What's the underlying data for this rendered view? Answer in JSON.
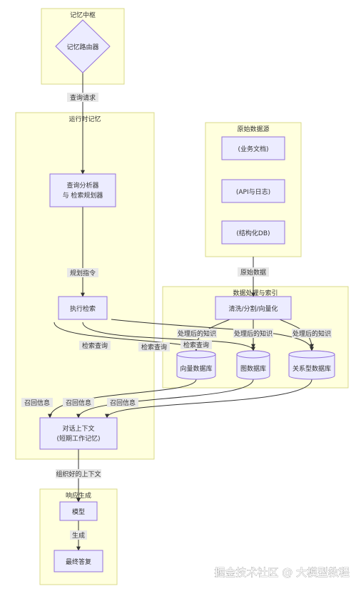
{
  "clusters": {
    "memory_hub": "记忆中枢",
    "runtime_memory": "运行时记忆",
    "raw_sources": "原始数据源",
    "processing_index": "数据处理与索引",
    "response_gen": "响应生成"
  },
  "nodes": {
    "router": "记忆路由器",
    "analyzer_line1": "查询分析器",
    "analyzer_line2": "与 检索规划器",
    "exec_search": "执行检索",
    "context_line1": "对话上下文",
    "context_line2": "(短期工作记忆)",
    "biz_docs": "(业务文档)",
    "api_logs": "(API与日志)",
    "structured_db": "(结构化DB)",
    "clean": "清洗/分割/向量化",
    "vector_db": "向量数据库",
    "graph_db": "图数据库",
    "relational_db": "关系型数据库",
    "model": "模型",
    "final_answer": "最终答复"
  },
  "edges": {
    "query_request": "查询请求",
    "plan_cmd": "规划指令",
    "search_query_1": "检索查询",
    "search_query_2": "检索查询",
    "search_query_3": "检索查询",
    "raw_data": "原始数据",
    "processed_1": "处理后的知识",
    "processed_2": "处理后的知识",
    "processed_3": "处理后的知识",
    "recall_1": "召回信息",
    "recall_2": "召回信息",
    "recall_3": "召回信息",
    "organized_context": "组织好的上下文",
    "generate": "生成"
  },
  "watermark": "掘金技术社区 @ 大模型教程",
  "colors": {
    "cluster_fill": "#ffffde",
    "cluster_stroke": "#d9d98a",
    "node_fill": "#ececff",
    "node_stroke": "#9370db",
    "edge": "#333333"
  }
}
